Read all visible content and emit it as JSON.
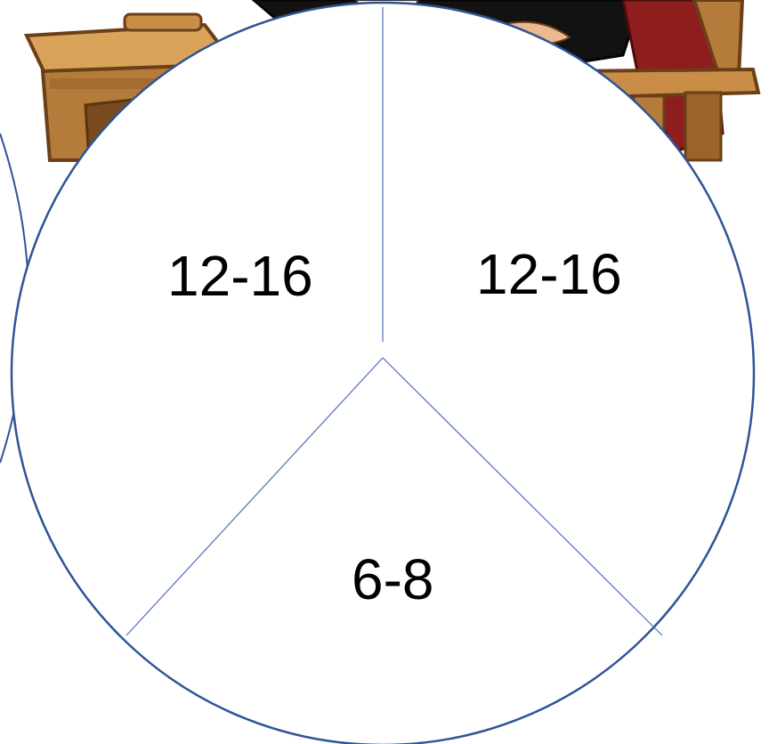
{
  "slides_graphic": {
    "background_image": {
      "icon": "judge-at-wooden-bench-illustration",
      "colors": {
        "wood_dark": "#7a4a1c",
        "wood_mid": "#b57b3a",
        "wood_light": "#d9a45a",
        "robe": "#121212",
        "chair_red": "#8e1d1d"
      }
    },
    "spinner": {
      "outline_color": "#2f5496",
      "divider_color": "#4a6fb0",
      "fill_color": "#ffffff",
      "segments": [
        {
          "label": "12-16"
        },
        {
          "label": "12-16"
        },
        {
          "label": "6-8"
        }
      ]
    }
  }
}
